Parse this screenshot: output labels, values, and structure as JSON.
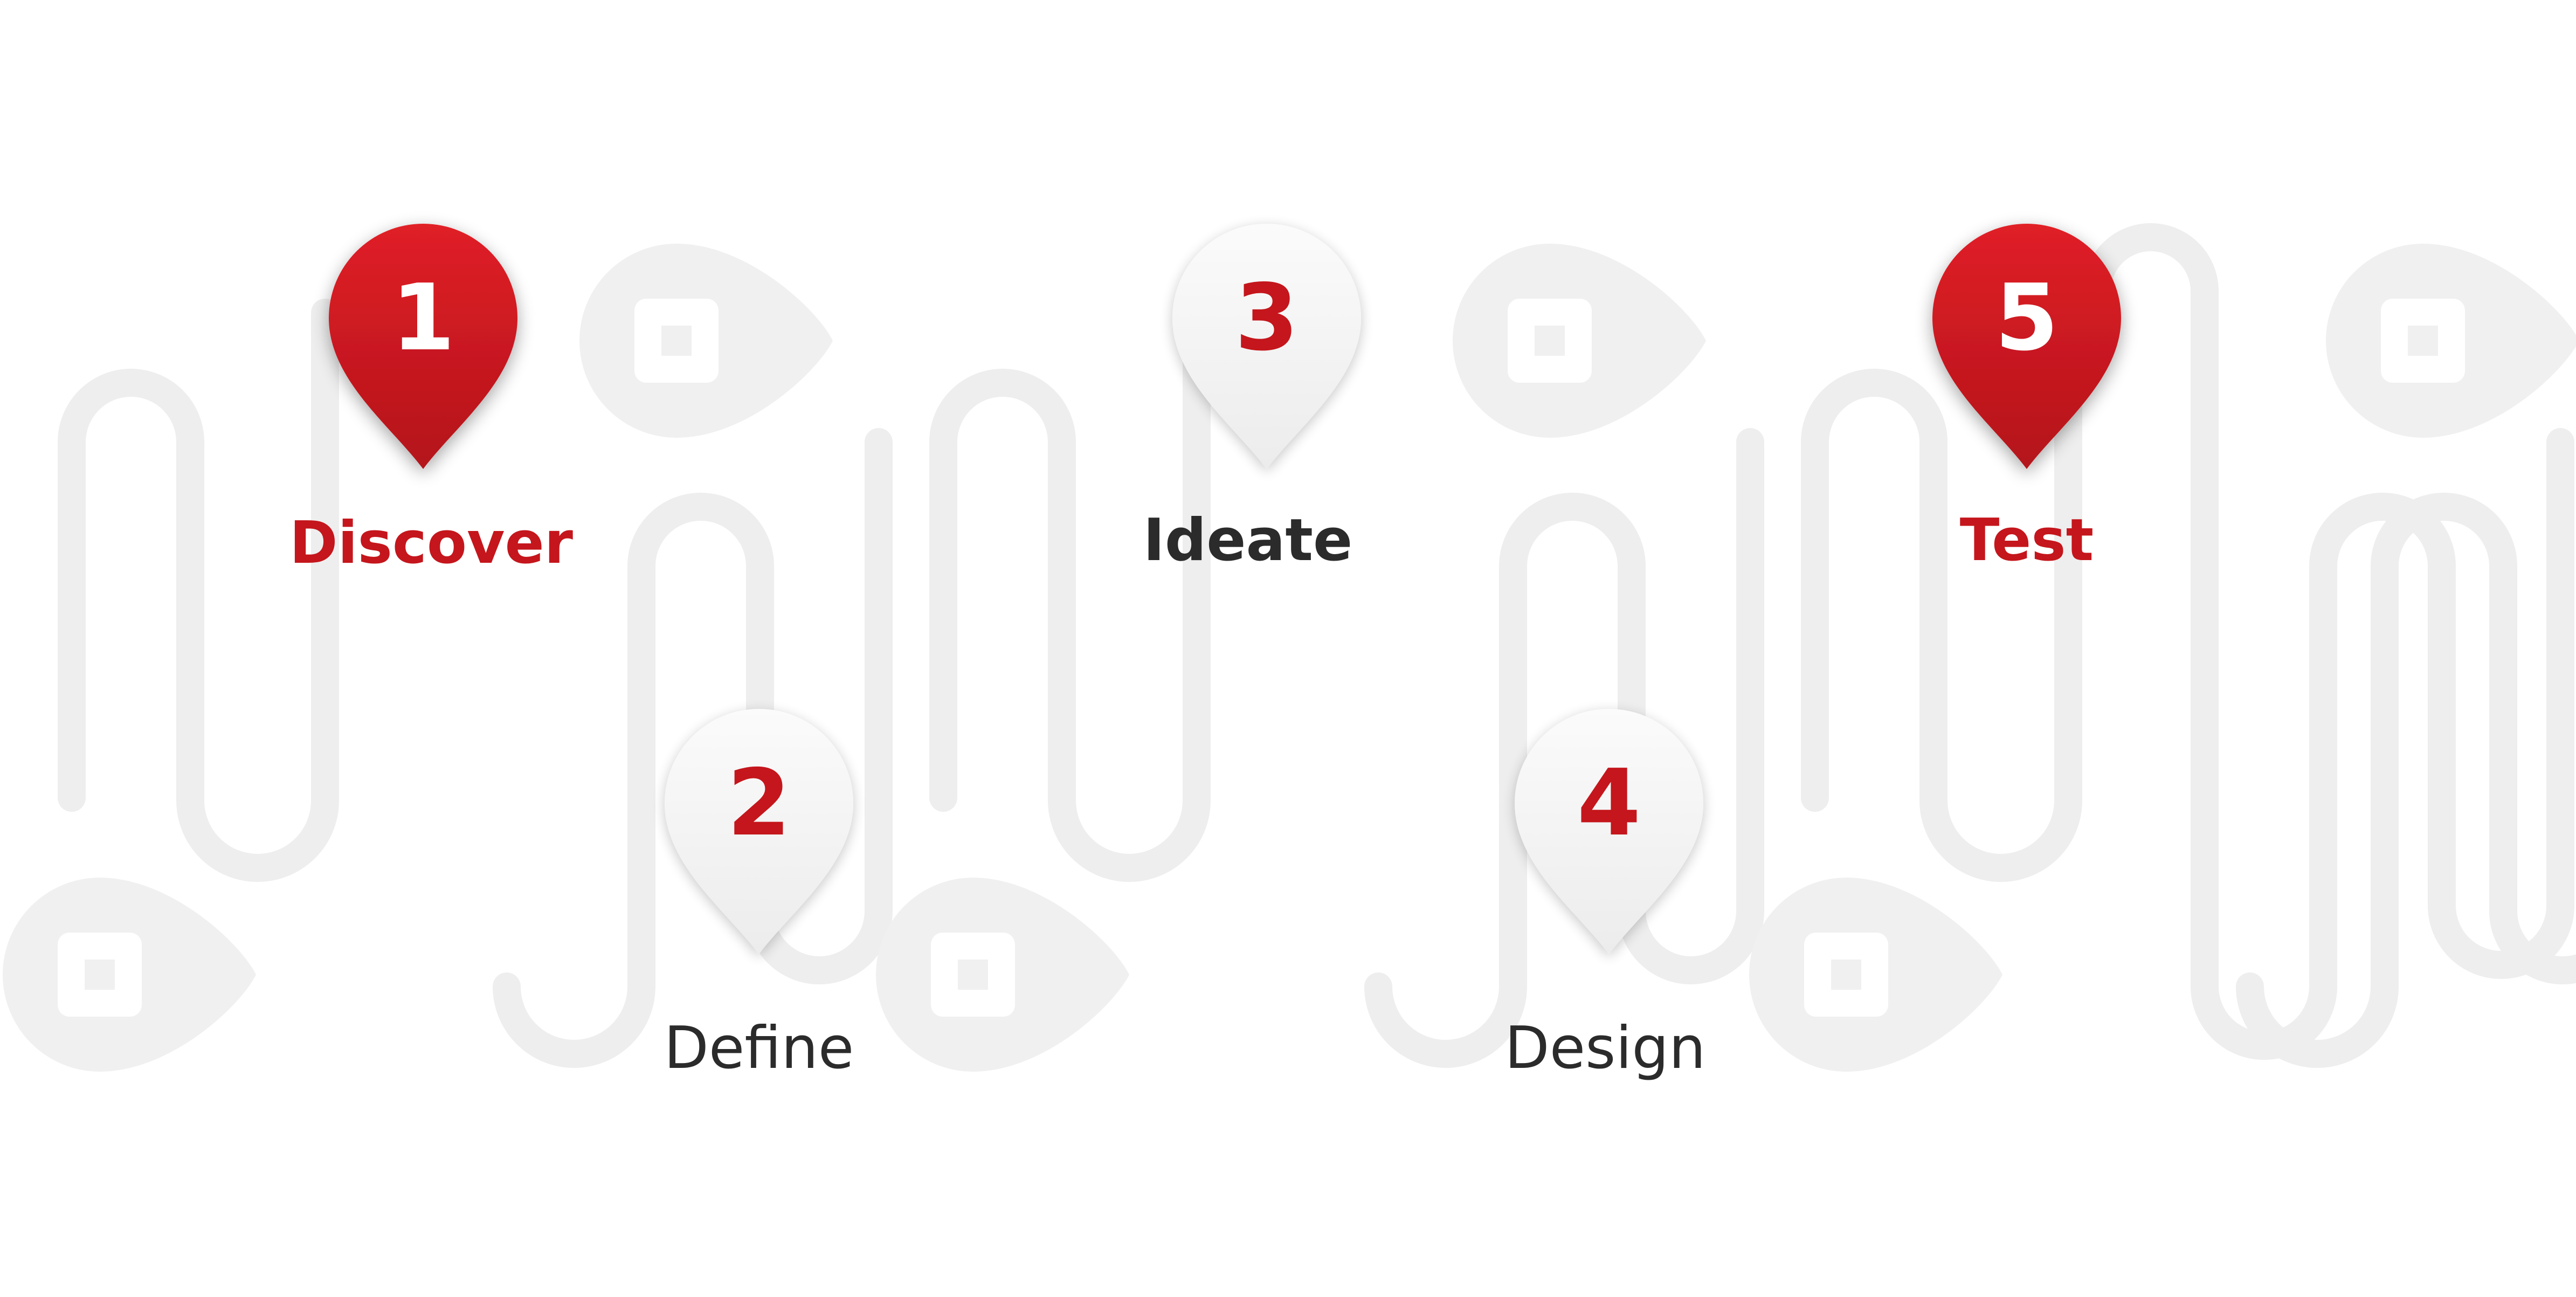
{
  "colors": {
    "accent": "#c4161c",
    "accent_dark": "#9e0f14",
    "text_dark": "#2b2b2b",
    "track": "#eeeeee",
    "ghost_pin": "#f0f0f0",
    "pin_light": "#f6f6f6"
  },
  "steps": [
    {
      "number": "1",
      "label": "Discover",
      "style": "filled",
      "label_weight": "bold",
      "label_color": "accent"
    },
    {
      "number": "2",
      "label": "Define",
      "style": "outline",
      "label_weight": "light",
      "label_color": "text_dark"
    },
    {
      "number": "3",
      "label": "Ideate",
      "style": "outline",
      "label_weight": "bold",
      "label_color": "text_dark"
    },
    {
      "number": "4",
      "label": "Design",
      "style": "outline",
      "label_weight": "light",
      "label_color": "text_dark"
    },
    {
      "number": "5",
      "label": "Test",
      "style": "filled",
      "label_weight": "bold",
      "label_color": "accent"
    }
  ],
  "decoration_icon": "square-pin-icon"
}
